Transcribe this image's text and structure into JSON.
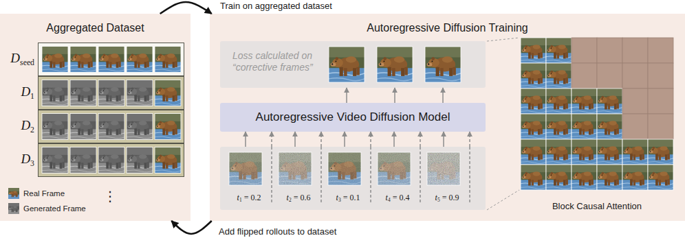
{
  "diagram": {
    "nodes": [
      {
        "text": [
          "Aggregated Dataset"
        ]
      },
      {
        "text": [
          "Dseed"
        ],
        "in": 0
      },
      {
        "text": [
          "D1"
        ],
        "in": 0
      },
      {
        "text": [
          "D2"
        ],
        "in": 0
      },
      {
        "text": [
          "D3"
        ],
        "in": 0
      },
      {
        "text": [
          "Autoregressive Diffusion Training"
        ]
      },
      {
        "text": [
          "Loss calculated on “corrective frames”"
        ],
        "in": 5
      },
      {
        "text": [
          "Autoregressive Video Diffusion Model"
        ],
        "in": 5
      },
      {
        "text": [
          "t1 = 0.2",
          "t2 = 0.6",
          "t3 = 0.1",
          "t4 = 0.4",
          "t5 = 0.9"
        ],
        "in": 5
      },
      {
        "text": [
          "Block Causal Attention"
        ],
        "in": 5
      }
    ],
    "edges": [
      {
        "from": 0,
        "to": 5,
        "arrow": "to",
        "label": "Train on aggregated dataset"
      },
      {
        "from": 5,
        "to": 0,
        "arrow": "to",
        "label": "Add flipped rollouts to dataset"
      },
      {
        "from": 8,
        "to": 7,
        "arrow": "to"
      },
      {
        "from": 8,
        "to": 7,
        "arrow": "to"
      },
      {
        "from": 8,
        "to": 7,
        "arrow": "to"
      },
      {
        "from": 8,
        "to": 7,
        "arrow": "to"
      },
      {
        "from": 8,
        "to": 7,
        "arrow": "to"
      },
      {
        "from": 8,
        "to": 7,
        "arrow": "to"
      },
      {
        "from": 8,
        "to": 7,
        "arrow": "to"
      },
      {
        "from": 8,
        "to": 7,
        "arrow": "to"
      },
      {
        "from": 8,
        "to": 7,
        "arrow": "to"
      },
      {
        "from": 8,
        "to": 7,
        "arrow": "to"
      },
      {
        "from": 7,
        "to": 6,
        "arrow": "to"
      },
      {
        "from": 7,
        "to": 6,
        "arrow": "to"
      },
      {
        "from": 7,
        "to": 6,
        "arrow": "to"
      }
    ],
    "labels": [
      "⋮"
    ],
    "legend": [
      {
        "text": "Real Frame"
      },
      {
        "text": "Generated Frame"
      }
    ]
  }
}
